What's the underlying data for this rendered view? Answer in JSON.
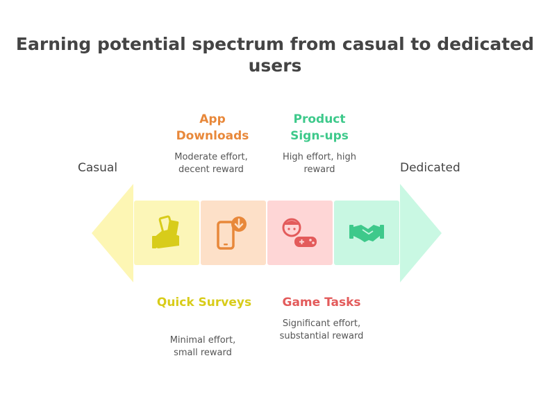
{
  "title": "Earning potential spectrum from casual to dedicated users",
  "spectrum": {
    "start_label": "Casual",
    "end_label": "Dedicated"
  },
  "stages": [
    {
      "heading": "Quick Surveys",
      "description": "Minimal effort, small reward",
      "icon": "hand-money-icon",
      "color": "#d8cc1a",
      "fill": "#fcf6b8",
      "position": "below"
    },
    {
      "heading": "App Downloads",
      "description": "Moderate effort, decent reward",
      "icon": "phone-download-icon",
      "color": "#e8883a",
      "fill": "#fde0c8",
      "position": "above"
    },
    {
      "heading": "Game Tasks",
      "description": "Significant effort, substantial reward",
      "icon": "gamer-controller-icon",
      "color": "#e35b5b",
      "fill": "#fed6d6",
      "position": "below"
    },
    {
      "heading": "Product Sign-ups",
      "description": "High effort, high reward",
      "icon": "handshake-icon",
      "color": "#3ec98b",
      "fill": "#c8f7e2",
      "position": "above"
    }
  ],
  "colors": {
    "left_arrow": "#fdf6b4",
    "right_arrow": "#c9f8e3",
    "title_text": "#444444"
  }
}
